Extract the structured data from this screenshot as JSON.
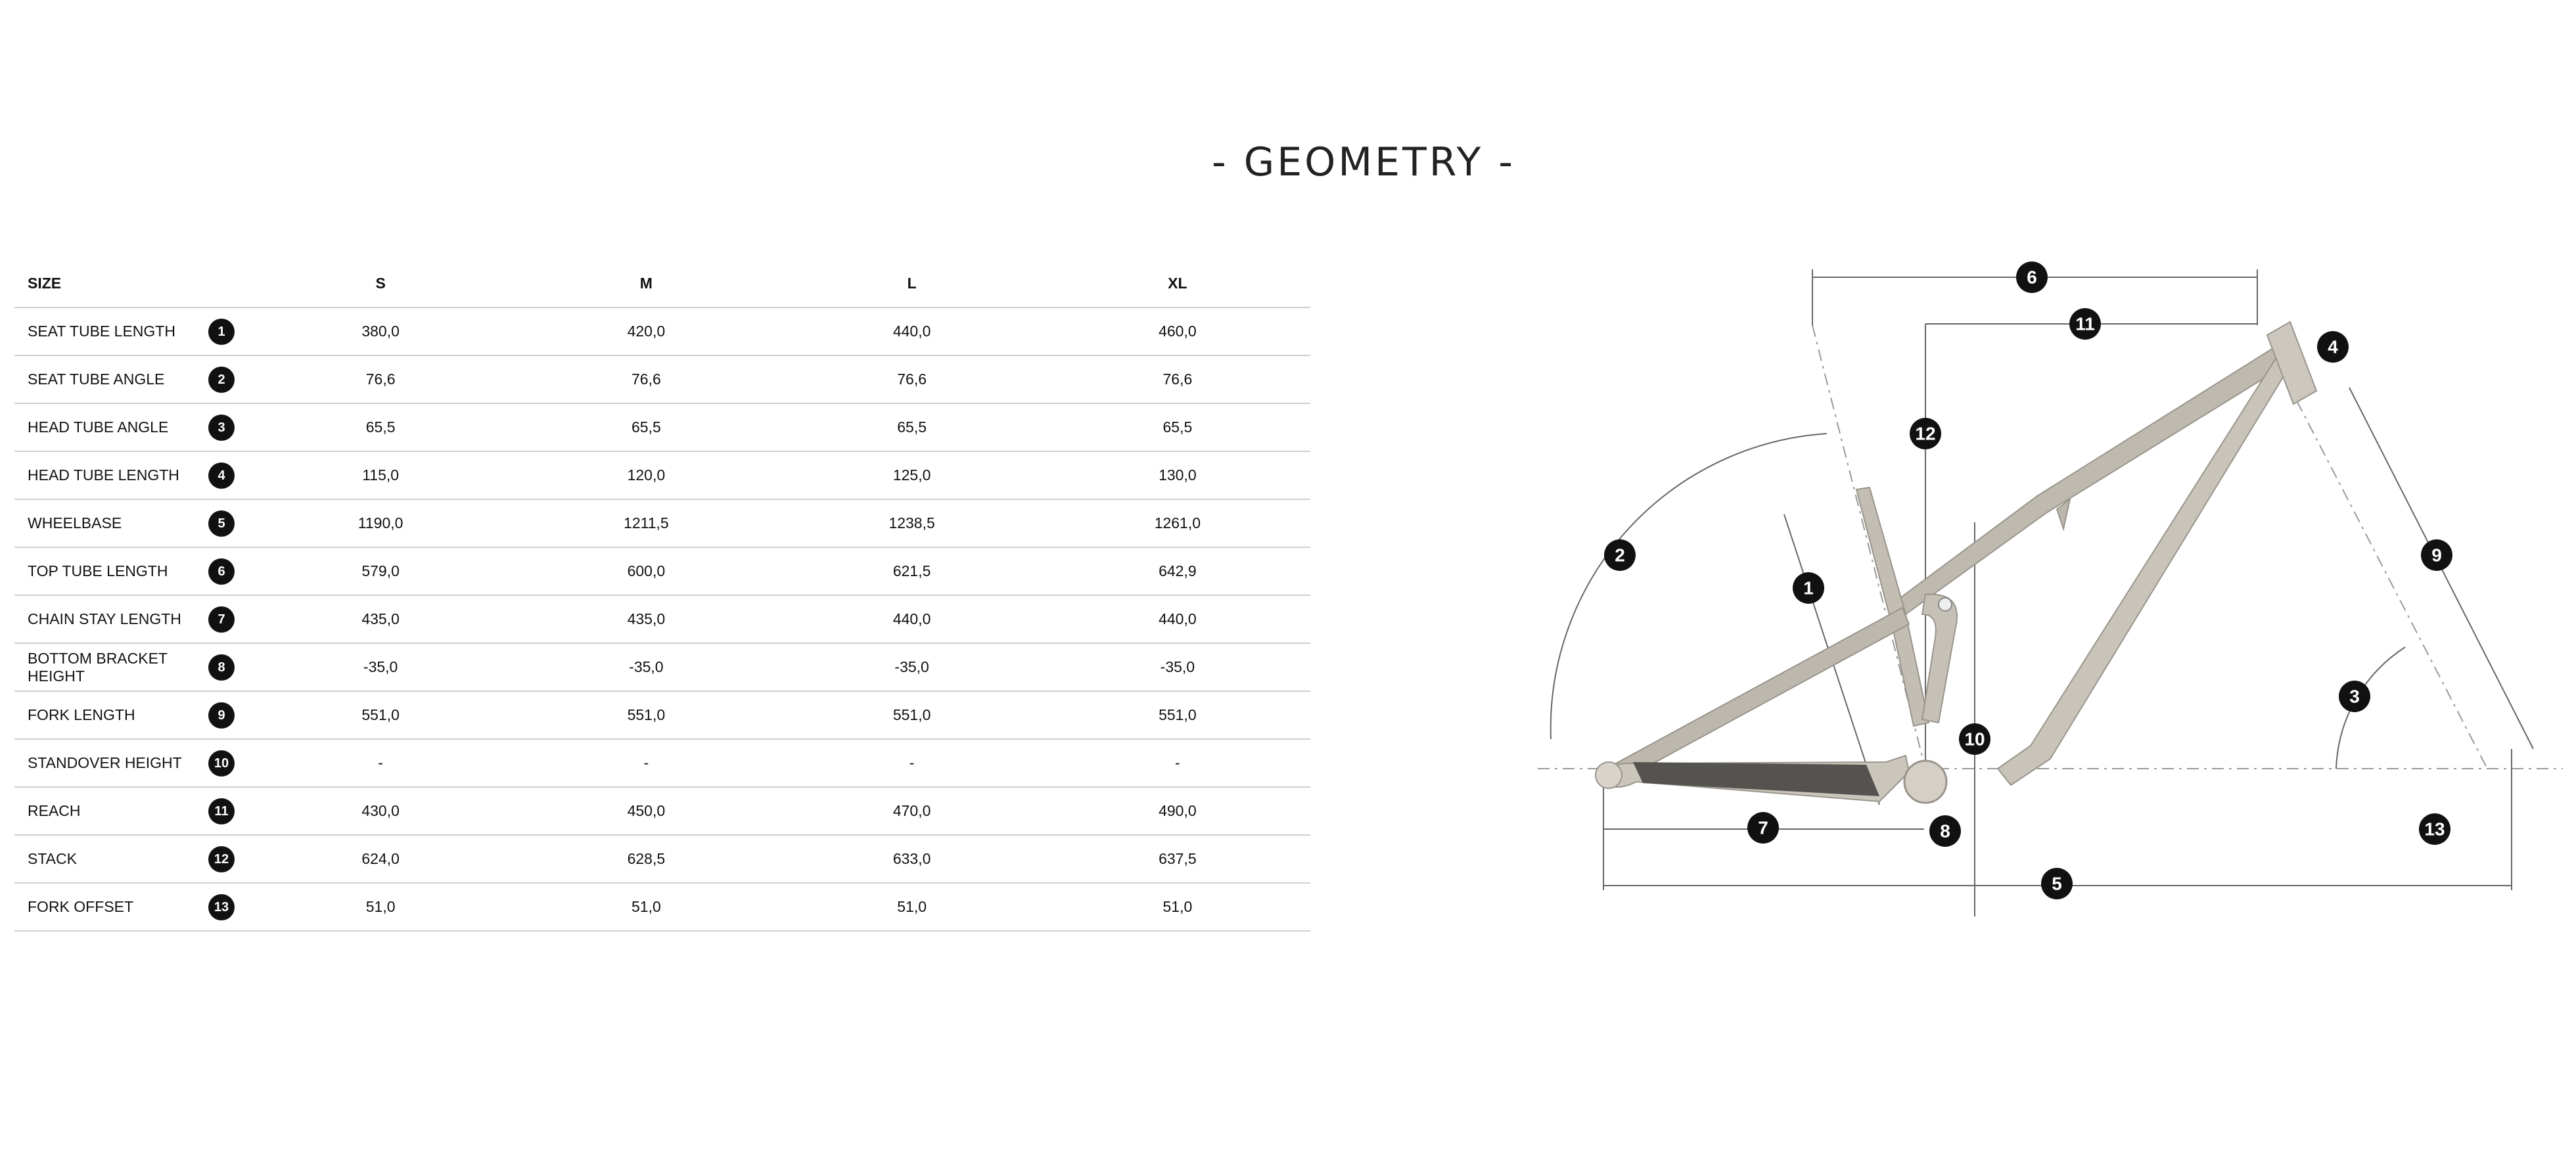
{
  "title": "- GEOMETRY -",
  "table": {
    "header": {
      "label": "SIZE",
      "sizes": [
        "S",
        "M",
        "L",
        "XL"
      ]
    },
    "rows": [
      {
        "label": "SEAT TUBE LENGTH",
        "num": "1",
        "values": [
          "380,0",
          "420,0",
          "440,0",
          "460,0"
        ]
      },
      {
        "label": "SEAT TUBE ANGLE",
        "num": "2",
        "values": [
          "76,6",
          "76,6",
          "76,6",
          "76,6"
        ]
      },
      {
        "label": "HEAD TUBE ANGLE",
        "num": "3",
        "values": [
          "65,5",
          "65,5",
          "65,5",
          "65,5"
        ]
      },
      {
        "label": "HEAD TUBE LENGTH",
        "num": "4",
        "values": [
          "115,0",
          "120,0",
          "125,0",
          "130,0"
        ]
      },
      {
        "label": "WHEELBASE",
        "num": "5",
        "values": [
          "1190,0",
          "1211,5",
          "1238,5",
          "1261,0"
        ]
      },
      {
        "label": "TOP TUBE LENGTH",
        "num": "6",
        "values": [
          "579,0",
          "600,0",
          "621,5",
          "642,9"
        ]
      },
      {
        "label": "CHAIN STAY LENGTH",
        "num": "7",
        "values": [
          "435,0",
          "435,0",
          "440,0",
          "440,0"
        ]
      },
      {
        "label": "BOTTOM BRACKET HEIGHT",
        "num": "8",
        "values": [
          "-35,0",
          "-35,0",
          "-35,0",
          "-35,0"
        ]
      },
      {
        "label": "FORK LENGTH",
        "num": "9",
        "values": [
          "551,0",
          "551,0",
          "551,0",
          "551,0"
        ]
      },
      {
        "label": "STANDOVER HEIGHT",
        "num": "10",
        "values": [
          "-",
          "-",
          "-",
          "-"
        ]
      },
      {
        "label": "REACH",
        "num": "11",
        "values": [
          "430,0",
          "450,0",
          "470,0",
          "490,0"
        ]
      },
      {
        "label": "STACK",
        "num": "12",
        "values": [
          "624,0",
          "628,5",
          "633,0",
          "637,5"
        ]
      },
      {
        "label": "FORK OFFSET",
        "num": "13",
        "values": [
          "51,0",
          "51,0",
          "51,0",
          "51,0"
        ]
      }
    ]
  },
  "diagram": {
    "callouts": [
      "1",
      "2",
      "3",
      "4",
      "5",
      "6",
      "7",
      "8",
      "9",
      "10",
      "11",
      "12",
      "13"
    ],
    "frame_color": "#bfbab0",
    "plate_color": "#55534f"
  }
}
